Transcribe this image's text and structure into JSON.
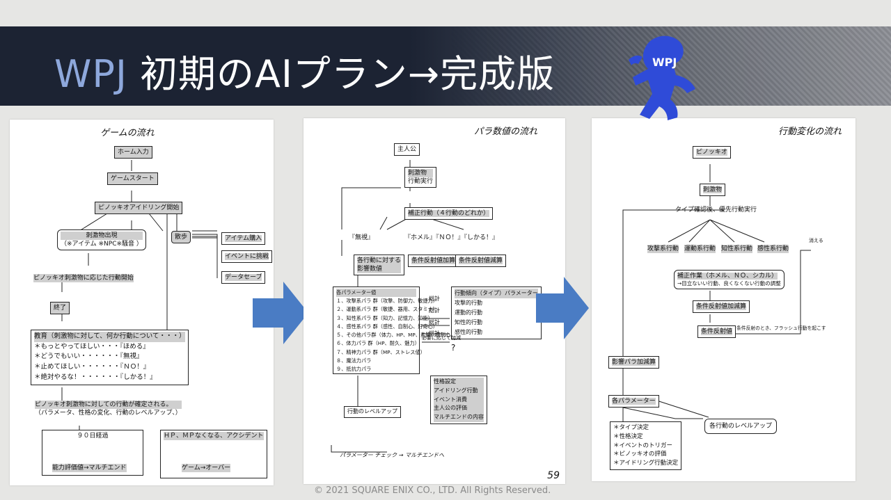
{
  "header": {
    "title_prefix": "WPJ",
    "title_rest": " 初期のAIプラン→完成版",
    "logo_text": "WPJ"
  },
  "colors": {
    "banner": "#1c2333",
    "accent_title": "#8ea8dc",
    "arrow": "#4a7cc4",
    "logo": "#2f4bd8"
  },
  "page1": {
    "title": "ゲームの流れ",
    "b1": "ホーム入力",
    "b2": "ゲームスタート",
    "b3": "ピノッキオアイドリング開始",
    "b4a": "刺激物出現",
    "b4b": "（※アイテム ※NPC※騒音 ）",
    "t5": "ピノッキオ刺激物に応じた行動開始",
    "b6": "終了",
    "b7": {
      "h": "教育（刺激物に対して、何か行動について・・・）",
      "l1": "＊もっとやってほしい・・・『ほめる』",
      "l2": "＊どうでもいい・・・・・・『無視』",
      "l3": "＊止めてほしい・・・・・・『ＮＯ！』",
      "l4": "＊絶対やるな！・・・・・・『しかる！』"
    },
    "t8a": "ピノッキオ刺激物に対しての行動が確定される。",
    "t8b": "（パラメータ、性格の変化、行動のレベルアップ、）",
    "b9a": "９０日経過",
    "b9b": "能力評価値→マルチエンド",
    "b10a": "ＨＰ、ＭＰなくなる、アクシデント",
    "b10b": "ゲーム→オーバー",
    "c1": "散歩",
    "c2": "アイテム購入",
    "c3": "イベントに挑戦",
    "c4": "データセーブ"
  },
  "page2": {
    "title": "パラ数値の流れ",
    "b1": "主人公",
    "b2a": "刺激物",
    "b2b": "行動実行",
    "b3": "補正行動（４行動のどれか）",
    "t4": "『ホメル』『ＮＯ！』『しかる！』",
    "t4b": "『無視』",
    "b5a": "条件反射値加算",
    "b5b": "条件反射値減算",
    "b6a": "各行動に対する",
    "b6b": "影響数値",
    "b7": {
      "h": "各パラメーター値",
      "l1": "１、攻撃系パラ 群（攻撃、防御力、敏捷力）",
      "l2": "２、運動系パラ 群（敏捷、器用、スタミナ）",
      "l3": "３、知性系パラ 群（知力、記憶力、知能）",
      "l4": "４、感性系パラ 群（感性、自制心、好奇心）",
      "l5": "５、その他パラ群（体力、HP、MP、素質、自制心、感情）",
      "l6": "６、体力パラ 群（HP、耐久、魅力）",
      "l7": "７、精神力パラ 群（MP、ストレス値）",
      "l8": "８、魔法力パラ",
      "l9": "９、抵抗力パラ"
    },
    "sums": [
      "総計",
      "総計",
      "総計",
      "総計"
    ],
    "b8": {
      "h": "行動傾向（タイプ）パラメーター",
      "l1": "攻撃的行動",
      "l2": "運動的行動",
      "l3": "知性的行動",
      "l4": "感性的行動"
    },
    "t9": "必要に応じて加減",
    "q": "?",
    "b10": {
      "l1": "性格設定",
      "l2": "アイドリング行動",
      "l3": "イベント消費",
      "l4": "主人公の評価",
      "l5": "マルチエンドの内容"
    },
    "b11": "行動のレベルアップ",
    "t12": "パラメーター チェック → マルチエンドへ",
    "pn": "59"
  },
  "page3": {
    "title": "行動変化の流れ",
    "b1": "ピノッキオ",
    "b2": "刺激物",
    "t3": "タイプ確認後、優先行動実行",
    "c1": "攻撃系行動",
    "c2": "運動系行動",
    "c3": "知性系行動",
    "c4": "感性系行動",
    "t_side": "消える",
    "b4": {
      "h": "補正作業（ホメル、ＮＯ、シカル）",
      "l1": "→目立ないい行動、良くなくない行動の調整"
    },
    "b5": "条件反射値加減算",
    "b6": "条件反射値",
    "t6": "条件反射のとき、フラッシュ行動を起こす",
    "b7": "影響パラ加減算",
    "b8": "各パラメーター",
    "b9": {
      "l1": "＊タイプ決定",
      "l2": "＊性格決定",
      "l3": "＊イベントのトリガー",
      "l4": "＊ピノッキオの評価",
      "l5": "＊アイドリング行動決定"
    },
    "b10": "各行動のレベルアップ"
  },
  "footer": "© 2021 SQUARE ENIX CO., LTD. All Rights Reserved."
}
